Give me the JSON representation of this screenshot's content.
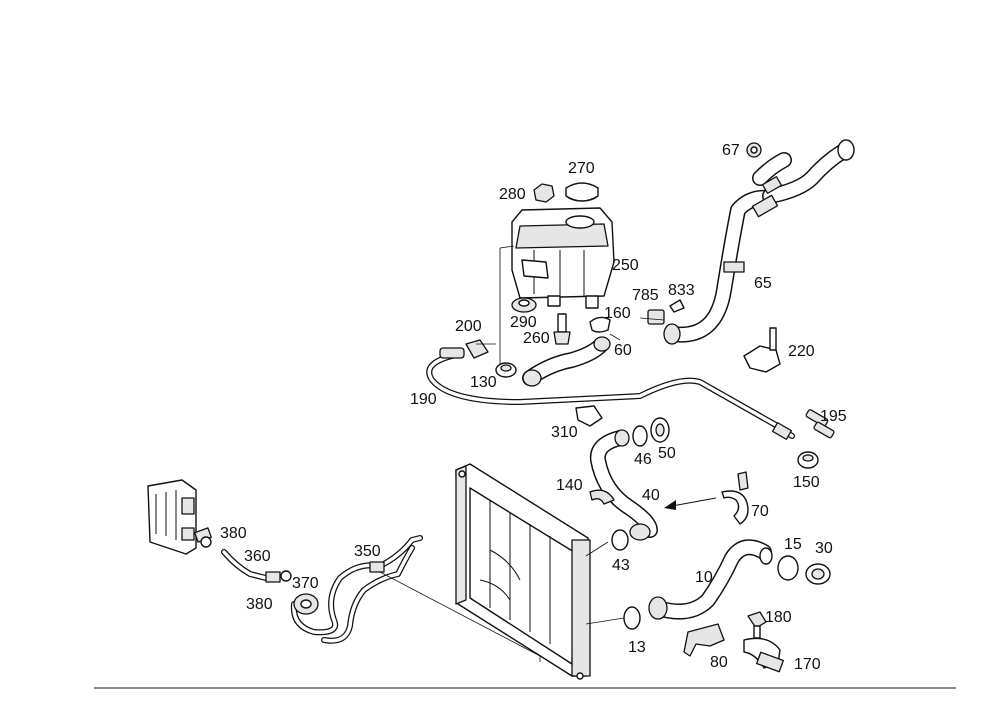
{
  "callouts": [
    {
      "id": "c67",
      "text": "67"
    },
    {
      "id": "c270",
      "text": "270"
    },
    {
      "id": "c280",
      "text": "280"
    },
    {
      "id": "c250",
      "text": "250"
    },
    {
      "id": "c65",
      "text": "65"
    },
    {
      "id": "c785",
      "text": "785"
    },
    {
      "id": "c833",
      "text": "833"
    },
    {
      "id": "c200",
      "text": "200"
    },
    {
      "id": "c290",
      "text": "290"
    },
    {
      "id": "c160",
      "text": "160"
    },
    {
      "id": "c260",
      "text": "260"
    },
    {
      "id": "c60",
      "text": "60"
    },
    {
      "id": "c220",
      "text": "220"
    },
    {
      "id": "c130",
      "text": "130"
    },
    {
      "id": "c190",
      "text": "190"
    },
    {
      "id": "c195",
      "text": "195"
    },
    {
      "id": "c310",
      "text": "310"
    },
    {
      "id": "c46",
      "text": "46"
    },
    {
      "id": "c50",
      "text": "50"
    },
    {
      "id": "c150",
      "text": "150"
    },
    {
      "id": "c140",
      "text": "140"
    },
    {
      "id": "c40",
      "text": "40"
    },
    {
      "id": "c70",
      "text": "70"
    },
    {
      "id": "c380a",
      "text": "380"
    },
    {
      "id": "c360",
      "text": "360"
    },
    {
      "id": "c350",
      "text": "350"
    },
    {
      "id": "c370",
      "text": "370"
    },
    {
      "id": "c380b",
      "text": "380"
    },
    {
      "id": "c43",
      "text": "43"
    },
    {
      "id": "c15",
      "text": "15"
    },
    {
      "id": "c30",
      "text": "30"
    },
    {
      "id": "c10",
      "text": "10"
    },
    {
      "id": "c180",
      "text": "180"
    },
    {
      "id": "c13",
      "text": "13"
    },
    {
      "id": "c80",
      "text": "80"
    },
    {
      "id": "c170",
      "text": "170"
    }
  ]
}
